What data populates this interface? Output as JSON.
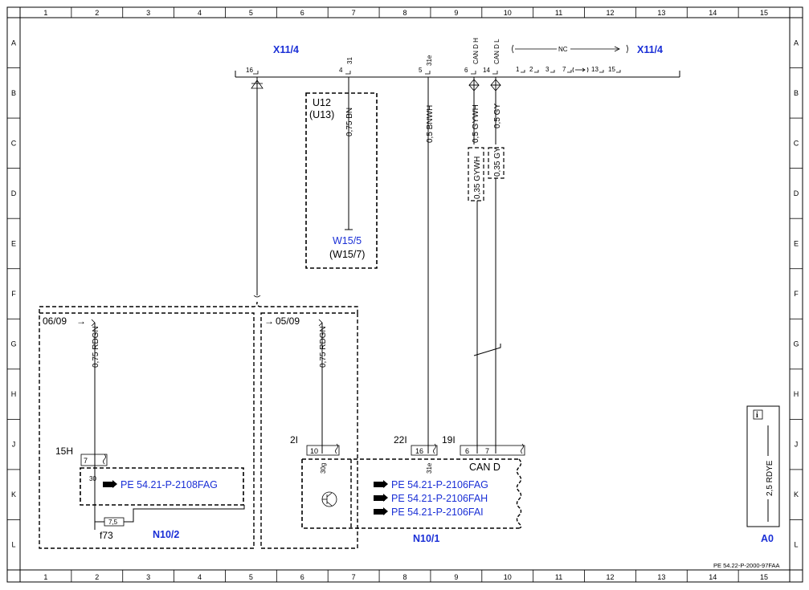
{
  "grid": {
    "columns": [
      "1",
      "2",
      "3",
      "4",
      "5",
      "6",
      "7",
      "8",
      "9",
      "10",
      "11",
      "12",
      "13",
      "14",
      "15"
    ],
    "rows": [
      "A",
      "B",
      "C",
      "D",
      "E",
      "F",
      "G",
      "H",
      "J",
      "K",
      "L"
    ]
  },
  "connector": {
    "name_left": "X11/4",
    "name_right": "X11/4",
    "nc_label": "NC",
    "pins": [
      {
        "num": "16",
        "sig": ""
      },
      {
        "num": "4",
        "sig": "31"
      },
      {
        "num": "5",
        "sig": "31e"
      },
      {
        "num": "6",
        "sig": "CAN D H"
      },
      {
        "num": "14",
        "sig": "CAN D L"
      }
    ],
    "nc_pins": [
      "1",
      "2",
      "3",
      "7",
      "13",
      "15"
    ]
  },
  "u12": {
    "name": "U12",
    "alt": "(U13)",
    "wire": "0,75 BN",
    "ground": "W15/5",
    "ground_alt": "(W15/7)"
  },
  "wires": {
    "w31e": "0,5 BNWH",
    "can_h": "0,5 GYWH",
    "can_l": "0,5 GY",
    "can_h_twisted": "0,35 GYWH",
    "can_l_twisted": "0,35 GY",
    "rdgn_left": "0,75 RDGN",
    "rdgn_right": "0,75 RDGN"
  },
  "variants": {
    "left": "06/09",
    "right": "05/09"
  },
  "n10_2": {
    "name": "N10/2",
    "terminal": "15H",
    "pin": "7",
    "pin_in": "30",
    "ref": "PE 54.21-P-2108FAG",
    "fuse": "f73",
    "fuse_rating": "7,5"
  },
  "n10_1": {
    "name": "N10/1",
    "bus_label": "CAN D",
    "ports": [
      {
        "conn": "2I",
        "pin": "10",
        "sig": "30g"
      },
      {
        "conn": "22I",
        "pin": "16",
        "sig": "31e"
      },
      {
        "conn": "19I",
        "pin": "6",
        "sig": ""
      },
      {
        "conn": "",
        "pin": "7",
        "sig": ""
      }
    ],
    "refs": [
      "PE 54.21-P-2106FAG",
      "PE 54.21-P-2106FAH",
      "PE 54.21-P-2106FAI"
    ]
  },
  "a0": {
    "name": "A0",
    "wire": "2,5 RDYE",
    "icon_glyph": "i"
  },
  "doc_id": "PE 54.22-P-2000-97FAA"
}
